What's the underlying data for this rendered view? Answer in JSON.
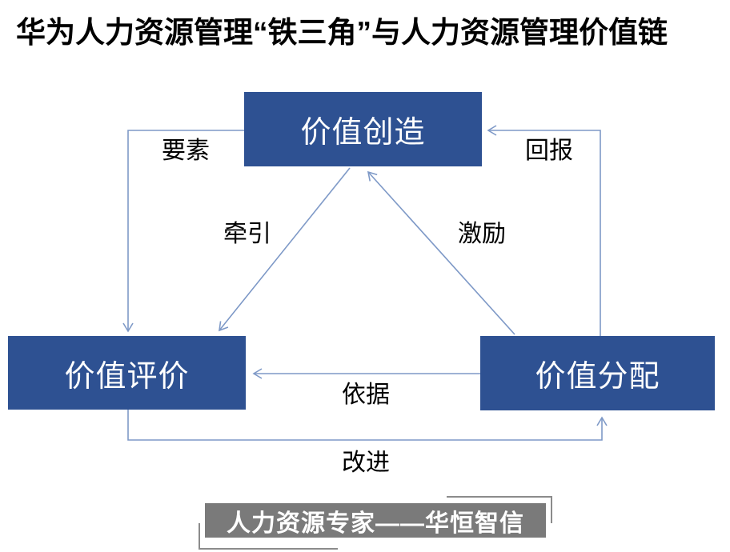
{
  "title": "华为人力资源管理“铁三角”与人力资源管理价值链",
  "diagram": {
    "nodes": {
      "creation": {
        "label": "价值创造"
      },
      "evaluation": {
        "label": "价值评价"
      },
      "distribution": {
        "label": "价值分配"
      }
    },
    "edges": {
      "yaosu": {
        "label": "要素",
        "from": "creation",
        "to": "evaluation"
      },
      "huibao": {
        "label": "回报",
        "from": "distribution",
        "to": "creation"
      },
      "qianyin": {
        "label": "牵引",
        "from": "creation",
        "to": "evaluation"
      },
      "jili": {
        "label": "激励",
        "from": "distribution",
        "to": "creation"
      },
      "yiju": {
        "label": "依据",
        "from": "distribution",
        "to": "evaluation"
      },
      "gaijin": {
        "label": "改进",
        "from": "evaluation",
        "to": "distribution"
      }
    },
    "colors": {
      "node_fill": "#2E5192",
      "node_text": "#FFFFFF",
      "connector": "#7E99C7",
      "label_text": "#000000"
    }
  },
  "footer": {
    "banner_text": "人力资源专家——华恒智信",
    "banner_color": "#7A7A7A",
    "text_color": "#FFFFFF"
  }
}
